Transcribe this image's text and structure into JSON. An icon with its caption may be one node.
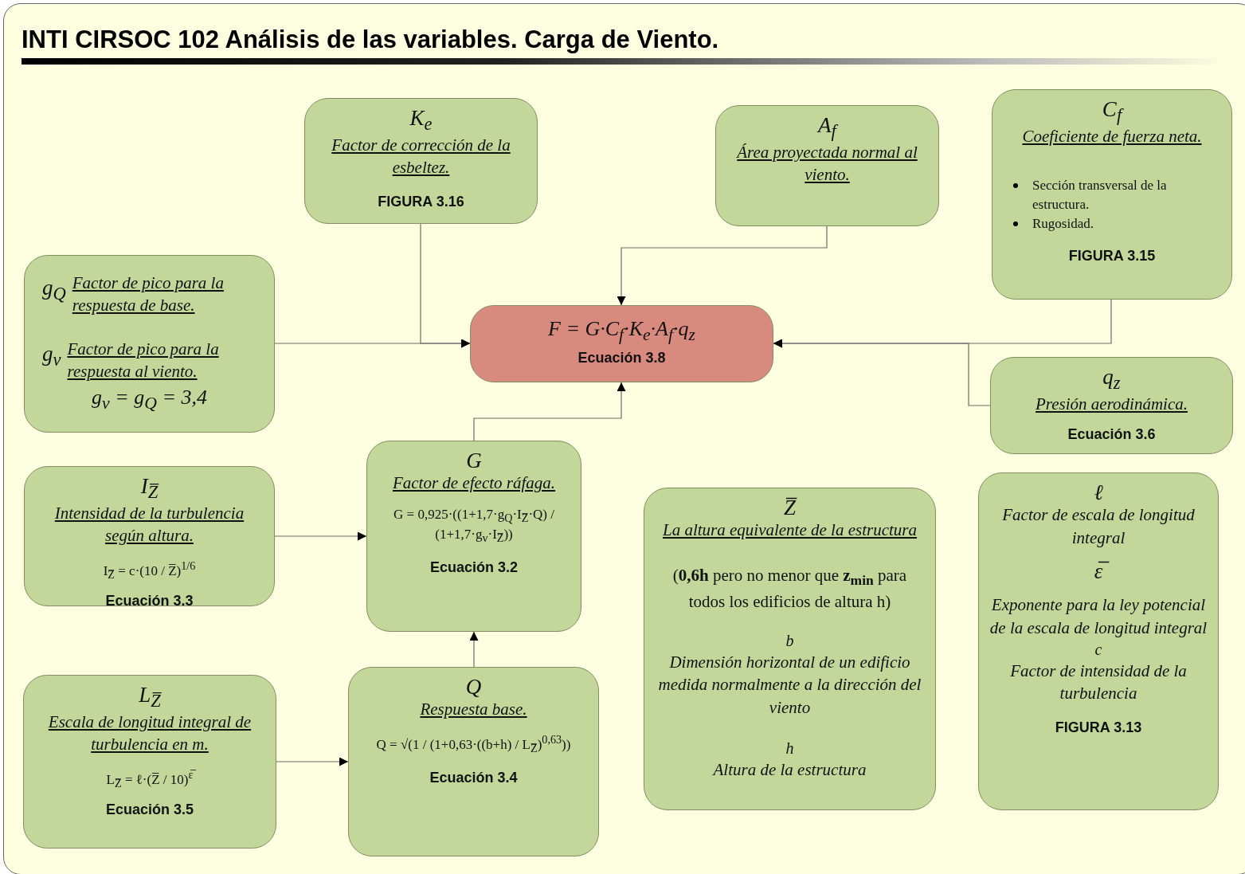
{
  "diagram": {
    "title": "INTI CIRSOC 102 Análisis de las variables. Carga de Viento.",
    "nodes": [
      {
        "text": [
          "F = G·C$_{f}$·K$_{e}$·A$_{f}$·q$_{z}$",
          "Ecuación 3.8"
        ]
      },
      {
        "text": [
          "K$_{e}$",
          "Factor de corrección de la esbeltez.",
          "FIGURA 3.16"
        ]
      },
      {
        "text": [
          "A$_{f}$",
          "Área proyectada normal al viento."
        ]
      },
      {
        "text": [
          "C$_{f}$",
          "Coeficiente de fuerza neta.",
          "Sección transversal de la estructura.",
          "Rugosidad.",
          "FIGURA 3.15"
        ]
      },
      {
        "text": [
          "g$_{Q}$",
          "Factor de pico para la respuesta de base.",
          "g$_{v}$",
          "Factor de pico para la respuesta al viento.",
          "g$_{v}$ = g$_{Q}$ = 3,4"
        ]
      },
      {
        "text": [
          "q$_{z}$",
          "Presión aerodinámica.",
          "Ecuación 3.6"
        ]
      },
      {
        "text": [
          "I$_{Z̅}$",
          "Intensidad de la turbulencia según altura.",
          "I$_{Z̅}$ = c·(10 / Z̅)$^{1/6}$",
          "Ecuación 3.3"
        ]
      },
      {
        "text": [
          "G",
          "Factor de efecto ráfaga.",
          "G = 0,925·((1+1,7·g$_{Q}$·I$_{Z̅}$·Q) / (1+1,7·g$_{v}$·I$_{Z̅}$))",
          "Ecuación 3.2"
        ]
      },
      {
        "text": [
          "Z̅",
          "La altura equivalente de la estructura",
          "(**0,6h** pero no menor que **z$_{min}$** para todos los edificios de altura h)",
          "b",
          "Dimensión horizontal de un edificio medida normalmente a la dirección del viento",
          "h",
          "Altura de la estructura"
        ]
      },
      {
        "text": [
          "ℓ",
          "Factor de escala de longitud integral",
          "ε̅",
          "Exponente para la ley potencial de la escala de longitud integral",
          "c",
          "Factor de intensidad de la turbulencia",
          "FIGURA 3.13"
        ]
      },
      {
        "text": [
          "L$_{Z̅}$",
          "Escala de longitud integral de turbulencia en m.",
          "L$_{Z̅}$ = ℓ·(Z̅ / 10)$^{ε̅}$",
          "Ecuación 3.5"
        ]
      },
      {
        "text": [
          "Q",
          "Respuesta base.",
          "Q = √(1 / (1+0,63·((b+h) / L$_{Z̅}$)$^{0,63}$))",
          "Ecuación 3.4"
        ]
      }
    ],
    "edges": [
      {
        "from": 1,
        "to": 0,
        "arrow": "to"
      },
      {
        "from": 2,
        "to": 0,
        "arrow": "to"
      },
      {
        "from": 3,
        "to": 0,
        "arrow": "to"
      },
      {
        "from": 4,
        "to": 0,
        "arrow": "to"
      },
      {
        "from": 5,
        "to": 0,
        "arrow": "to"
      },
      {
        "from": 7,
        "to": 0,
        "arrow": "to"
      },
      {
        "from": 6,
        "to": 7,
        "arrow": "to"
      },
      {
        "from": 11,
        "to": 7,
        "arrow": "to"
      },
      {
        "from": 10,
        "to": 11,
        "arrow": "to"
      }
    ]
  }
}
